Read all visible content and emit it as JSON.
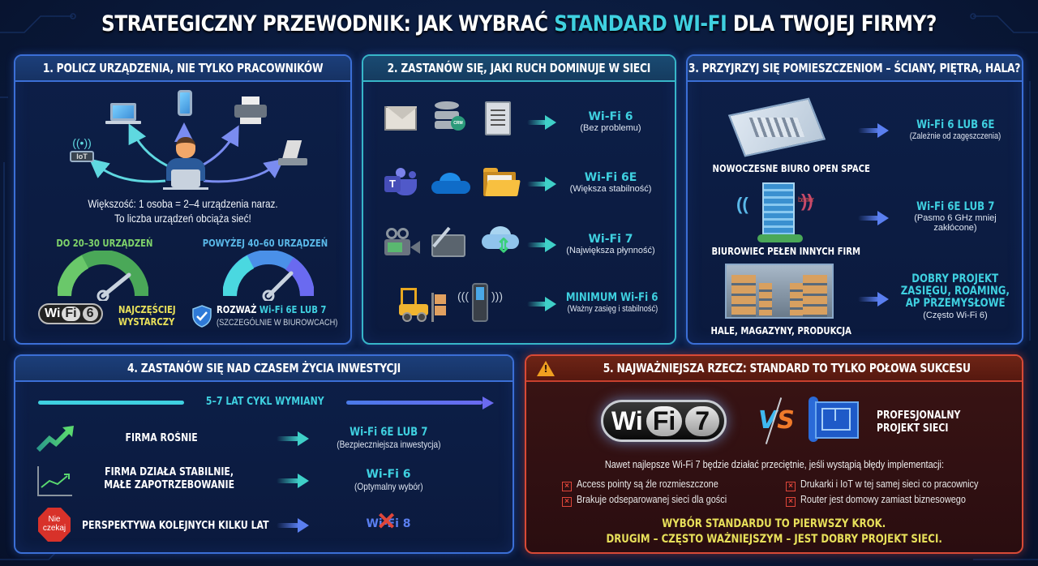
{
  "title": {
    "part1": "STRATEGICZNY PRZEWODNIK: JAK WYBRAĆ ",
    "highlight": "STANDARD WI-FI",
    "part2": " DLA TWOJEJ FIRMY?"
  },
  "colors": {
    "background": "#0a1a3c",
    "panel_border_blue": "#3b6fd6",
    "panel_border_teal": "#37b6c8",
    "panel_border_red": "#d84a36",
    "accent_teal": "#3fd0e0",
    "accent_green": "#7fd36a",
    "accent_yellow": "#e8e05a",
    "accent_orange": "#f07a2a"
  },
  "section1": {
    "header": "1. POLICZ URZĄDZENIA, NIE TYLKO PRACOWNIKÓW",
    "devices": [
      "iot-device",
      "laptop",
      "smartphone",
      "printer",
      "scanner"
    ],
    "iot_label": "IoT",
    "line1": "Większość: 1 osoba = 2–4 urządzenia naraz.",
    "line2": "To liczba urządzeń obciąża sieć!",
    "gauge_left": {
      "label": "DO 20–30 URZĄDZEŃ",
      "badge": [
        "Wi",
        "Fi",
        "6"
      ],
      "text1": "NAJCZĘŚCIEJ",
      "text2": "WYSTARCZY"
    },
    "gauge_right": {
      "label": "POWYŻEJ 40–60 URZĄDZEŃ",
      "text_prefix": "ROZWAŻ ",
      "text_highlight": "Wi-Fi 6E LUB 7",
      "text_sub": "(SZCZEGÓLNIE W BIUROWCACH)"
    }
  },
  "section2": {
    "header": "2. ZASTANÓW SIĘ, JAKI RUCH DOMINUJE W SIECI",
    "rows": [
      {
        "icons": [
          "email-icon",
          "crm-database-icon",
          "document-icon"
        ],
        "crm_label": "CRM",
        "result": "Wi-Fi 6",
        "note": "(Bez problemu)"
      },
      {
        "icons": [
          "teams-icon",
          "onedrive-cloud-icon",
          "folder-icon"
        ],
        "teams_label": "T",
        "result": "Wi-Fi 6E",
        "note": "(Większa stabilność)"
      },
      {
        "icons": [
          "video-camera-icon",
          "drawing-tablet-icon",
          "cloud-sync-icon"
        ],
        "result": "Wi-Fi 7",
        "note": "(Największa płynność)"
      },
      {
        "icons": [
          "forklift-icon",
          "handheld-scanner-icon"
        ],
        "result": "MINIMUM Wi-Fi 6",
        "note": "(Ważny zasięg i stabilność)"
      }
    ]
  },
  "section3": {
    "header": "3. PRZYJRZYJ SIĘ POMIESZCZENIOM – ŚCIANY, PIĘTRA, HALA?",
    "rows": [
      {
        "place": "NOWOCZESNE BIURO OPEN SPACE",
        "result": "Wi-Fi 6 LUB 6E",
        "note": "(Zależnie od zagęszczenia)"
      },
      {
        "place": "BIUROWIEC PEŁEN INNYCH FIRM",
        "result": "Wi-Fi 6E LUB 7",
        "note1": "(Pasmo 6 GHz mniej",
        "note2": "zakłócone)",
        "barrier_label": "barrier"
      },
      {
        "place": "HALE, MAGAZYNY, PRODUKCJA",
        "result1": "DOBRY PROJEKT",
        "result2": "ZASIĘGU, ROAMING,",
        "result3": "AP PRZEMYSŁOWE",
        "note": "(Często Wi-Fi 6)"
      }
    ]
  },
  "section4": {
    "header": "4. ZASTANÓW SIĘ NAD CZASEM ŻYCIA INWESTYCJI",
    "timeline": "5–7 LAT CYKL WYMIANY",
    "rows": [
      {
        "situation": "FIRMA ROŚNIE",
        "result": "Wi-Fi 6E LUB 7",
        "note": "(Bezpieczniejsza inwestycja)"
      },
      {
        "situation1": "FIRMA DZIAŁA STABILNIE,",
        "situation2": "MAŁE ZAPOTRZEBOWANIE",
        "result": "Wi-Fi 6",
        "note": "(Optymalny wybór)"
      },
      {
        "stop_line1": "Nie",
        "stop_line2": "czekaj",
        "situation": "PERSPEKTYWA KOLEJNYCH KILKU LAT",
        "result": "Wi-Fi 8"
      }
    ]
  },
  "section5": {
    "header": "5. NAJWAŻNIEJSZA RZECZ: STANDARD TO TYLKO POŁOWA SUKCESU",
    "badge": [
      "Wi",
      "Fi",
      "7"
    ],
    "vs_v": "V",
    "vs_s": "S",
    "project1": "PROFESJONALNY",
    "project2": "PROJEKT SIECI",
    "intro": "Nawet najlepsze Wi-Fi 7 będzie działać przeciętnie, jeśli wystąpią błędy implementacji:",
    "errors": [
      "Access pointy są źle rozmieszczone",
      "Drukarki i IoT w tej samej sieci co pracownicy",
      "Brakuje odseparowanej sieci dla gości",
      "Router jest domowy zamiast biznesowego"
    ],
    "conclusion1": "WYBÓR STANDARDU TO PIERWSZY KROK.",
    "conclusion2": "DRUGIM – CZĘSTO WAŻNIEJSZYM – JEST DOBRY PROJEKT SIECI."
  }
}
